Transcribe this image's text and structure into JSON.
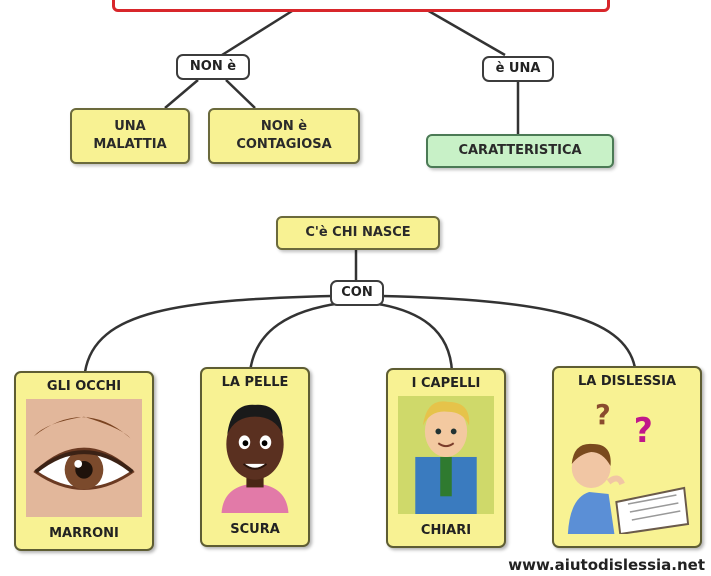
{
  "labels": {
    "non_e": "NON è",
    "e_una": "è UNA",
    "con": "CON"
  },
  "nodes": {
    "malattia": [
      "UNA",
      "MALATTIA"
    ],
    "contagiosa": [
      "NON è",
      "CONTAGIOSA"
    ],
    "caratteristica": "CARATTERISTICA",
    "nasce": "C'è CHI NASCE"
  },
  "cards": [
    {
      "title": "GLI OCCHI",
      "foot": "MARRONI",
      "icon": "brown-eye-icon"
    },
    {
      "title": "LA PELLE",
      "foot": "SCURA",
      "icon": "dark-skin-boy-icon"
    },
    {
      "title": "I CAPELLI",
      "foot": "CHIARI",
      "icon": "blond-boy-icon"
    },
    {
      "title": "LA DISLESSIA",
      "foot": "",
      "icon": "confused-reader-icon"
    }
  ],
  "footer": {
    "website": "www.aiutodislessia.net"
  },
  "colors": {
    "top_border": "#d8262b",
    "yellow_node": "#f8f293",
    "green_node": "#c8f1c7"
  }
}
